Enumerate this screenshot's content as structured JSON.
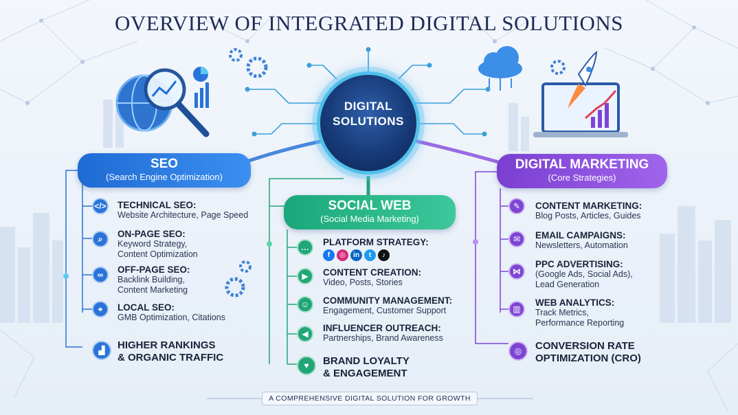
{
  "title": "OVERVIEW OF INTEGRATED DIGITAL SOLUTIONS",
  "hub": {
    "line1": "DIGITAL",
    "line2": "SOLUTIONS"
  },
  "seo": {
    "heading": "SEO",
    "subheading": "(Search Engine Optimization)",
    "items": [
      {
        "title": "TECHNICAL SEO:",
        "lines": [
          "Website Architecture, Page Speed"
        ],
        "icon": "code-window-icon"
      },
      {
        "title": "ON-PAGE SEO:",
        "lines": [
          "Keyword Strategy,",
          "Content Optimization"
        ],
        "icon": "search-icon"
      },
      {
        "title": "OFF-PAGE SEO:",
        "lines": [
          "Backlink Building,",
          "Content Marketing"
        ],
        "icon": "link-icon"
      },
      {
        "title": "LOCAL SEO:",
        "lines": [
          "GMB Optimization, Citations"
        ],
        "icon": "location-pin-icon"
      }
    ],
    "outcome": [
      "HIGHER RANKINGS",
      "& ORGANIC TRAFFIC"
    ],
    "color": "#2a73d8"
  },
  "social": {
    "heading": "SOCIAL WEB",
    "subheading": "(Social Media Marketing)",
    "items": [
      {
        "title": "PLATFORM STRATEGY:",
        "lines": [],
        "icon": "chat-bubble-icon"
      },
      {
        "title": "CONTENT CREATION:",
        "lines": [
          "Video, Posts, Stories"
        ],
        "icon": "video-play-icon"
      },
      {
        "title": "COMMUNITY MANAGEMENT:",
        "lines": [
          "Engagement, Customer Support"
        ],
        "icon": "people-icon"
      },
      {
        "title": "INFLUENCER OUTREACH:",
        "lines": [
          "Partnerships, Brand Awareness"
        ],
        "icon": "megaphone-icon"
      }
    ],
    "platforms": [
      {
        "name": "facebook-icon",
        "glyph": "f",
        "color": "#1877f2"
      },
      {
        "name": "instagram-icon",
        "glyph": "◎",
        "color": "#d6297a"
      },
      {
        "name": "linkedin-icon",
        "glyph": "in",
        "color": "#0a66c2"
      },
      {
        "name": "twitter-icon",
        "glyph": "t",
        "color": "#1d9bf0"
      },
      {
        "name": "tiktok-icon",
        "glyph": "♪",
        "color": "#111111"
      }
    ],
    "outcome": [
      "BRAND LOYALTY",
      "& ENGAGEMENT"
    ],
    "color": "#22a678"
  },
  "marketing": {
    "heading": "DIGITAL MARKETING",
    "subheading": "(Core Strategies)",
    "items": [
      {
        "title": "CONTENT MARKETING:",
        "lines": [
          "Blog Posts, Articles, Guides"
        ],
        "icon": "document-pen-icon"
      },
      {
        "title": "EMAIL CAMPAIGNS:",
        "lines": [
          "Newsletters, Automation"
        ],
        "icon": "envelope-icon"
      },
      {
        "title": "PPC ADVERTISING:",
        "lines": [
          "(Google Ads, Social Ads),",
          "Lead Generation"
        ],
        "icon": "network-icon"
      },
      {
        "title": "WEB ANALYTICS:",
        "lines": [
          "Track Metrics,",
          "Performance Reporting"
        ],
        "icon": "bar-chart-icon"
      }
    ],
    "outcome": [
      "CONVERSION RATE",
      "OPTIMIZATION (CRO)"
    ],
    "color": "#7d45d4"
  },
  "footer": "A COMPREHENSIVE DIGITAL SOLUTION FOR GROWTH"
}
